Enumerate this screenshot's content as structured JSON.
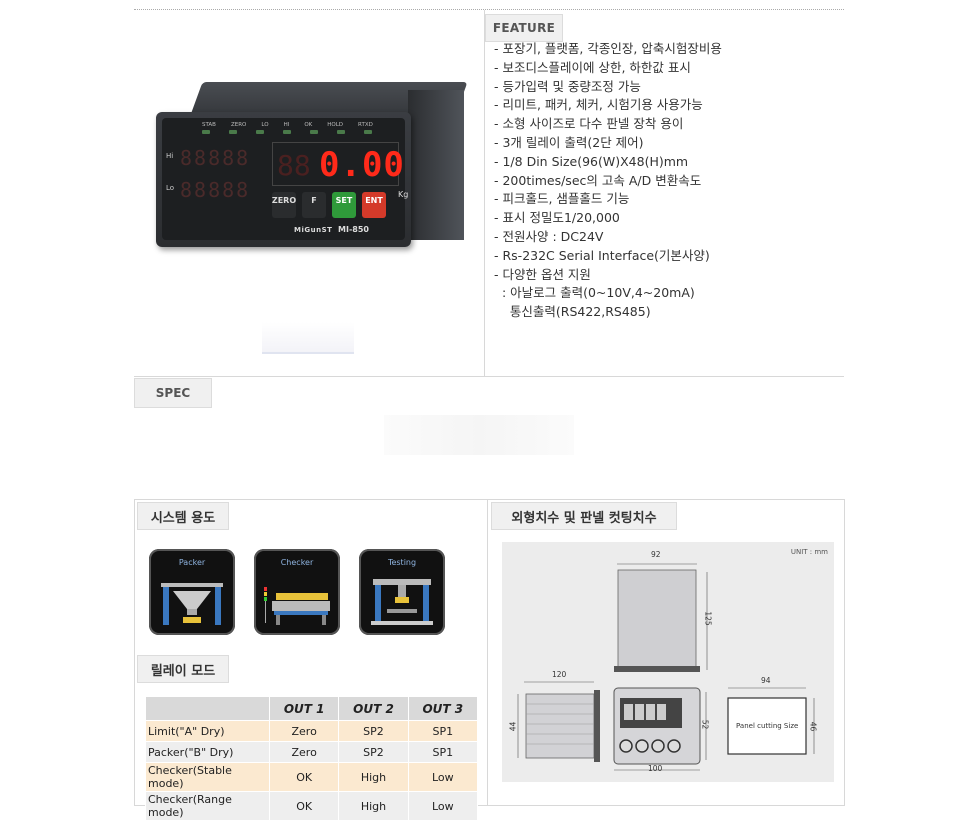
{
  "feature": {
    "tab_label": "FEATURE",
    "items": [
      "- 포장기, 플랫폼, 각종인장, 압축시험장비용",
      "- 보조디스플레이에 상한, 하한값 표시",
      "- 등가입력 및 중량조정 가능",
      "- 리미트, 패커, 체커, 시험기용 사용가능",
      "- 소형 사이즈로 다수 판넬 장착 용이",
      "- 3개 릴레이 출력(2단 제어)",
      "- 1/8 Din Size(96(W)X48(H)mm",
      "- 200times/sec의 고속 A/D 변환속도",
      "- 피크홀드, 샘플홀드 기능",
      "- 표시 정밀도1/20,000",
      "- 전원사양 : DC24V",
      "- Rs-232C Serial Interface(기본사양)",
      "- 다양한 옵션 지원",
      "  : 아날로그 출력(0~10V,4~20mA)",
      "    통신출력(RS422,RS485)"
    ]
  },
  "device": {
    "led_labels": [
      "STAB",
      "ZERO",
      "LO",
      "HI",
      "OK",
      "HOLD",
      "RTXD"
    ],
    "hi_label": "Hi",
    "lo_label": "Lo",
    "hi_segments": "88888",
    "lo_segments": "88888",
    "main_dim": "88",
    "main_value": "0.00",
    "unit": "Kg",
    "buttons": {
      "zero": "ZERO",
      "f": "F",
      "set": "SET",
      "ent": "ENT"
    },
    "brand": "MiGunST",
    "model": "MI-850"
  },
  "spec": {
    "tab_label": "SPEC"
  },
  "usage": {
    "tab_label": "시스템 용도",
    "cards": [
      {
        "title": "Packer",
        "icon": "packer-icon"
      },
      {
        "title": "Checker",
        "icon": "checker-icon"
      },
      {
        "title": "Testing",
        "icon": "testing-icon"
      }
    ]
  },
  "relay": {
    "tab_label": "릴레이 모드",
    "headers": [
      "",
      "OUT 1",
      "OUT 2",
      "OUT 3"
    ],
    "rows": [
      [
        "Limit(\"A\" Dry)",
        "Zero",
        "SP2",
        "SP1"
      ],
      [
        "Packer(\"B\" Dry)",
        "Zero",
        "SP2",
        "SP1"
      ],
      [
        "Checker(Stable mode)",
        "OK",
        "High",
        "Low"
      ],
      [
        "Checker(Range mode)",
        "OK",
        "High",
        "Low"
      ]
    ]
  },
  "dimensions": {
    "tab_label": "외형치수 및 판넬 컷팅치수",
    "unit": "UNIT : mm",
    "top_width": "92",
    "top_height": "125",
    "side_width": "120",
    "side_height": "44",
    "front_width": "100",
    "front_height": "52",
    "cut_width": "94",
    "cut_height": "46",
    "cut_label": "Panel cutting Size"
  },
  "colors": {
    "display_red": "#ff2a1a",
    "set_green": "#2f9a3a",
    "ent_red": "#d43a2a",
    "row_tint": "#fbe9d0"
  }
}
